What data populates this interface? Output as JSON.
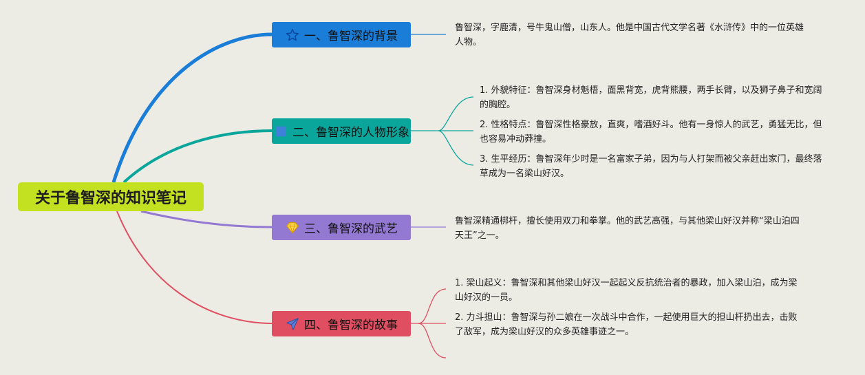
{
  "root": {
    "title": "关于鲁智深的知识笔记"
  },
  "colors": {
    "root": "#c3e021",
    "branch1": "#1a7ed8",
    "branch2": "#0aa69c",
    "branch3": "#9479d2",
    "branch4": "#e04e61",
    "background": "#ecebe4"
  },
  "branches": [
    {
      "label": "一、鲁智深的背景",
      "icon": "star-icon",
      "items": [
        "鲁智深，字鹿清，号牛鬼山僧，山东人。他是中国古代文学名著《水浒传》中的一位英雄人物。"
      ]
    },
    {
      "label": "二、鲁智深的人物形象",
      "icon": "square-icon",
      "items": [
        "1. 外貌特征：鲁智深身材魁梧，面黑背宽，虎背熊腰，两手长臂，以及狮子鼻子和宽阔的胸腔。",
        "2. 性格特点：鲁智深性格豪放，直爽，嗜酒好斗。他有一身惊人的武艺，勇猛无比，但也容易冲动莽撞。",
        "3. 生平经历：鲁智深年少时是一名富家子弟，因为与人打架而被父亲赶出家门，最终落草成为一名梁山好汉。"
      ]
    },
    {
      "label": "三、鲁智深的武艺",
      "icon": "diamond-icon",
      "items": [
        "鲁智深精通梆杆，擅长使用双刀和拳掌。他的武艺高强，与其他梁山好汉并称“梁山泊四天王”之一。"
      ]
    },
    {
      "label": "四、鲁智深的故事",
      "icon": "paper-plane-icon",
      "items": [
        "1. 梁山起义：鲁智深和其他梁山好汉一起起义反抗统治者的暴政，加入梁山泊，成为梁山好汉的一员。",
        "2. 力斗担山：鲁智深与孙二娘在一次战斗中合作，一起使用巨大的担山杆扔出去，击败了敌军，成为梁山好汉的众多英雄事迹之一。"
      ]
    }
  ]
}
